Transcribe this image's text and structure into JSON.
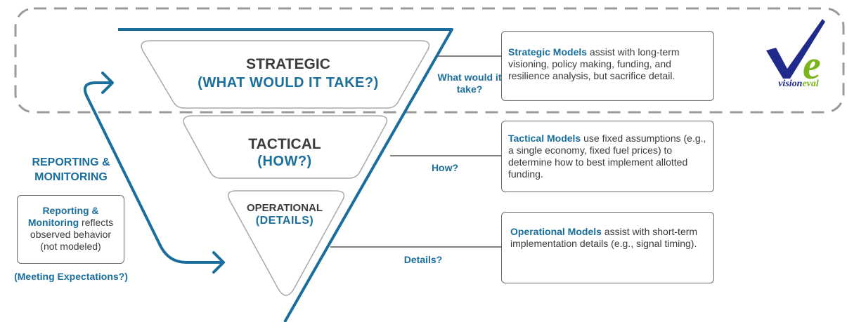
{
  "levels": {
    "strategic": {
      "title": "STRATEGIC",
      "sub": "(WHAT WOULD IT TAKE?)"
    },
    "tactical": {
      "title": "TACTICAL",
      "sub": "(HOW?)"
    },
    "operational": {
      "title": "OPERATIONAL",
      "sub": "(DETAILS)"
    }
  },
  "questions": {
    "strategic": "What would it take?",
    "tactical": "How?",
    "operational": "Details?"
  },
  "descriptions": {
    "strategic": {
      "lead": "Strategic Models",
      "rest": " assist with long-term visioning, policy making, funding, and resilience analysis, but sacrifice detail."
    },
    "tactical": {
      "lead": "Tactical Models",
      "rest": " use fixed assumptions (e.g., a single economy, fixed fuel prices) to determine how to best implement allotted funding."
    },
    "operational": {
      "lead": "Operational Models",
      "rest": " assist with short-term implementation details (e.g., signal timing)."
    }
  },
  "reporting": {
    "heading": "REPORTING & MONITORING",
    "box_lead": "Reporting & Monitoring",
    "box_rest": " reflects observed behavior (not modeled)",
    "footer": "(Meeting Expectations?)"
  },
  "logo": {
    "prefix": "vision",
    "suffix": "eval"
  },
  "colors": {
    "blue": "#1a6e9b",
    "gray": "#8a8a8a",
    "dark": "#3b3b3b",
    "logo_navy": "#1f2a8a",
    "logo_green": "#7ab51d"
  }
}
